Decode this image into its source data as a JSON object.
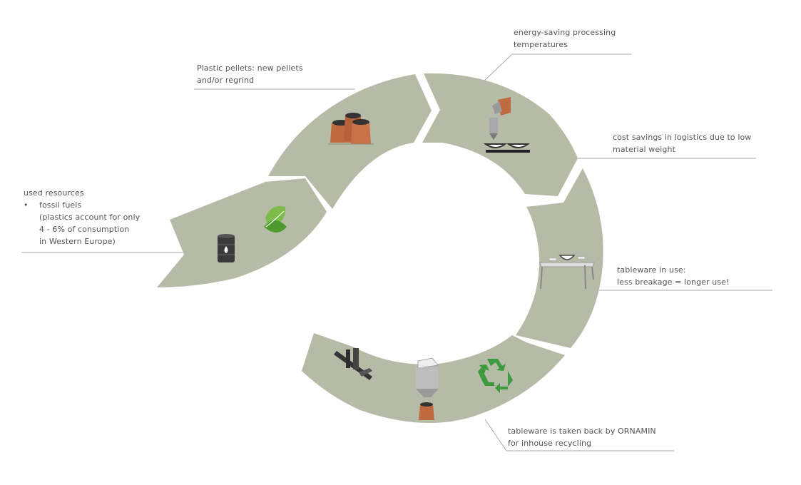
{
  "labels": {
    "energy": [
      "energy-saving processing",
      "temperatures"
    ],
    "pellets": [
      "Plastic pellets: new pellets",
      "and/or regrind"
    ],
    "logistics": [
      "cost savings in logistics due to low",
      "material weight"
    ],
    "resources": {
      "heading": "used resources",
      "bullet": "•",
      "lines": [
        "fossil fuels",
        "(plastics account for only",
        "4 - 6% of consumption",
        "in Western Europe)"
      ]
    },
    "in_use": [
      "tableware in use:",
      "less breakage = longer use!"
    ],
    "recycling": [
      "tableware is taken back by ORNAMIN",
      "for inhouse recycling"
    ]
  },
  "colors": {
    "ring": "#b5bba6",
    "line": "#aaaaaa",
    "bag": "#c06a3f",
    "dark": "#333333",
    "leaf": "#5aa13a",
    "recycle": "#3e9a3e"
  },
  "icons": [
    "oil-barrel-icon",
    "leaf-icon",
    "pellet-bags-icon",
    "extruder-icon",
    "table-icon",
    "recycle-icon",
    "silo-icon",
    "tray-icon"
  ]
}
